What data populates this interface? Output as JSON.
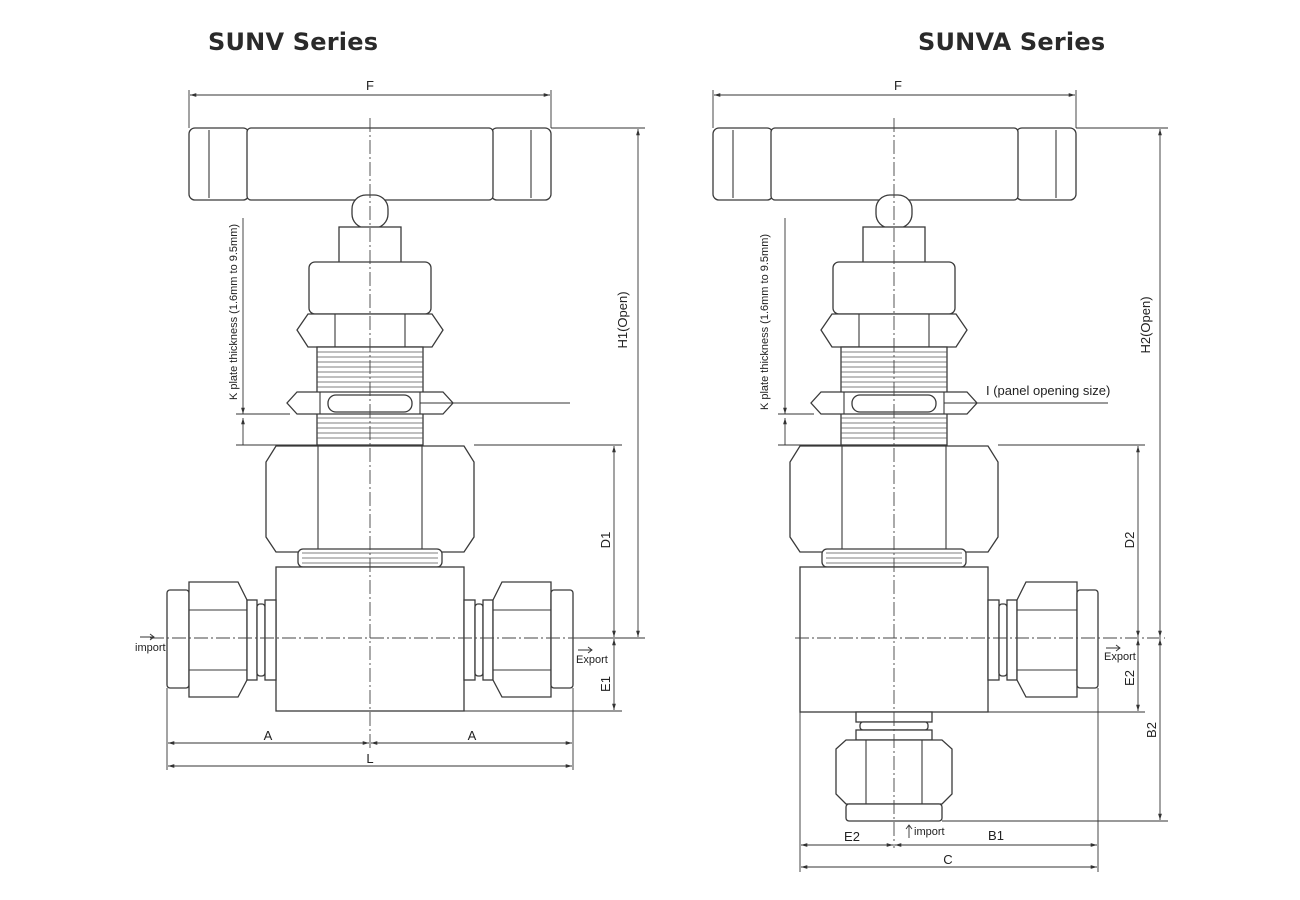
{
  "titles": {
    "left": "SUNV Series",
    "right": "SUNVA Series"
  },
  "left": {
    "F": "F",
    "H": "H1(Open)",
    "K": "K plate thickness (1.6mm to 9.5mm)",
    "D": "D1",
    "E": "E1",
    "A1": "A",
    "A2": "A",
    "L": "L",
    "import": "import",
    "export": "Export"
  },
  "right": {
    "F": "F",
    "H": "H2(Open)",
    "K": "K plate thickness (1.6mm to 9.5mm)",
    "I": "I (panel opening size)",
    "D": "D2",
    "E": "E2",
    "B2": "B2",
    "E2b": "E2",
    "B1": "B1",
    "C": "C",
    "export": "Export",
    "import": "import"
  },
  "colors": {
    "line": "#3a3a3a",
    "title": "#2a2a2a"
  }
}
